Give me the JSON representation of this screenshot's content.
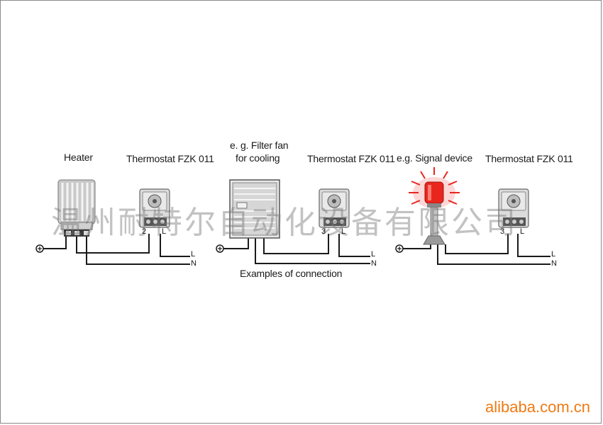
{
  "labels": {
    "heater": "Heater",
    "thermostat_1": "Thermostat FZK 011",
    "filter_fan_line1": "e. g. Filter fan",
    "filter_fan_line2": "for cooling",
    "thermostat_2": "Thermostat FZK 011",
    "signal_device": "e.g. Signal device",
    "thermostat_3": "Thermostat FZK 011",
    "caption": "Examples of connection"
  },
  "terminals": {
    "t1_left": "2",
    "t1_right": "L",
    "t2_left": "3",
    "t2_right": "L",
    "t3_left": "3",
    "t3_right": "L",
    "line_L": "L",
    "line_N": "N"
  },
  "watermark": "温州耐特尔自动化设备有限公司",
  "brand": "alibaba.com.cn",
  "colors": {
    "wire": "#1a1a1a",
    "device_body": "#d8d8d8",
    "signal_light": "#e8261f",
    "brand": "#f07a13"
  }
}
